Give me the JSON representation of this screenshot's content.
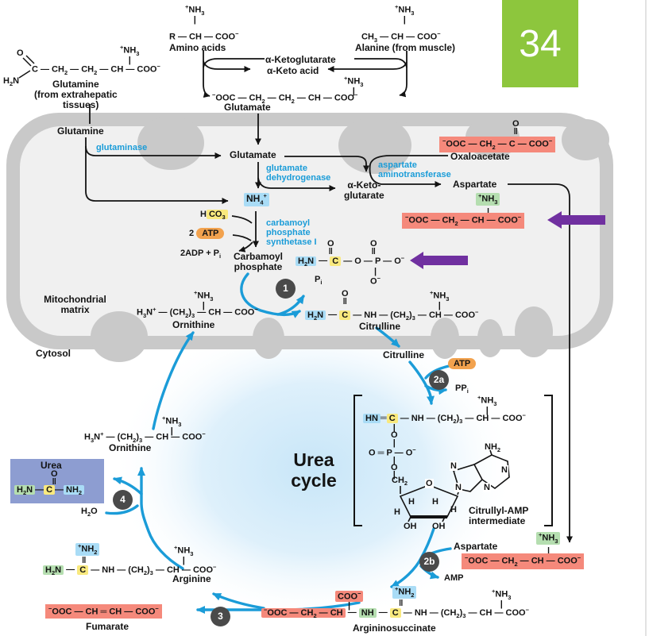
{
  "slide": {
    "number": "34"
  },
  "colors": {
    "highlight_pink": "#f5897b",
    "highlight_yellow": "#f9e97e",
    "highlight_green": "#b5deb0",
    "highlight_blue": "#a9dcf6",
    "atp_orange": "#f2a24e",
    "enzyme_blue": "#1a9cd8",
    "cycle_arrow_blue": "#1b9cd8",
    "purple_arrow": "#7030a0",
    "membrane_gray": "#c9c9c9",
    "matrix_gray": "#f0f0f0",
    "urea_box_blue": "#8d9dd1",
    "step_circle_gray": "#4a4a4a",
    "slide_tab_green": "#8dc63d"
  },
  "bonds": {
    "single": "—",
    "double": "═",
    "vert": "|",
    "dvert": "‖"
  },
  "top": {
    "amino_acids": {
      "amine": "<sup>+</sup>NH<sub>3</sub><br>|",
      "formula": "R — CH — COO<sup>−</sup>",
      "label": "Amino acids"
    },
    "alanine": {
      "amine": "<sup>+</sup>NH<sub>3</sub><br>|",
      "formula": "CH<sub>3</sub> — CH — COO<sup>−</sup>",
      "label": "Alanine (from muscle)"
    },
    "alpha_ketoglutarate": "α-Ketoglutarate",
    "alpha_keto_acid": "α-Keto acid",
    "glutamate": {
      "amine": "<sup>+</sup>NH<sub>3</sub><br>|",
      "formula": "<sup>−</sup>OOC — CH<sub>2</sub> — CH<sub>2</sub> — CH — COO<sup>−</sup>",
      "label": "Glutamate"
    },
    "glutamine": {
      "o": "O",
      "h2n": "H<sub>2</sub>N",
      "formula": "C — CH<sub>2</sub> — CH<sub>2</sub> — CH — COO<sup>−</sup>",
      "amine": "<sup>+</sup>NH<sub>3</sub><br>|",
      "label_1": "Glutamine",
      "label_2": "(from extrahepatic",
      "label_3": "tissues)"
    }
  },
  "membrane": {
    "glutamine_label": "Glutamine",
    "glutaminase": "glutaminase",
    "glutamate_label": "Glutamate",
    "glutamate_dehydrogenase": "glutamate<br>dehydrogenase",
    "aspartate_aminotransferase": "aspartate<br>aminotransferase",
    "alpha_ketoglutarate": "α-Keto-<br>glutarate",
    "aspartate_label": "Aspartate",
    "oxaloacetate": {
      "label": "Oxaloacetate",
      "carbonyl": "O<br>‖",
      "formula": "<sup>−</sup>OOC — CH<sub>2</sub> — C — COO<sup>−</sup>"
    },
    "aspartate": {
      "amine": "<sup>+</sup>NH<sub>3</sub>",
      "formula": "<sup>−</sup>OOC — CH<sub>2</sub> — CH — COO<sup>−</sup>"
    },
    "ammonium": "NH<sub>4</sub><sup>+</sup>",
    "bicarbonate": {
      "h": "H",
      "co3": "CO<sub>3</sub>"
    },
    "atp_in": {
      "count": "2",
      "atp": "ATP"
    },
    "adp_out": "2ADP + P<sub>i</sub>",
    "cps1": "carbamoyl<br>phosphate<br>synthetase I",
    "carbamoyl_phosphate": {
      "label": "Carbamoyl<br>phosphate",
      "h2n": "H<sub>2</sub>N",
      "c": "C",
      "chain": "— O — P — O<sup>−</sup>",
      "o_above_c": "O<br>‖",
      "o_above_p": "O<br>‖",
      "o_below_p": "|<br>O<sup>−</sup>"
    },
    "pi": "P<sub>i</sub>",
    "matrix_label": "Mitochondrial<br>matrix",
    "cytosol_label": "Cytosol",
    "ornithine": {
      "amine": "<sup>+</sup>NH<sub>3</sub><br>|",
      "formula": "H<sub>3</sub>N<sup>+</sup> — (CH<sub>2</sub>)<sub>3</sub> — CH — COO<sup>−</sup>",
      "label": "Ornithine"
    },
    "citrulline": {
      "carbonyl": "O<br>‖",
      "h2n": "H<sub>2</sub>N",
      "c": "C",
      "chain": "— NH — (CH<sub>2</sub>)<sub>3</sub> — CH — COO<sup>−</sup>",
      "amine": "<sup>+</sup>NH<sub>3</sub><br>|",
      "label": "Citrulline"
    }
  },
  "cycle": {
    "title": "Urea<br>cycle",
    "steps": {
      "s1": "1",
      "s2a": "2a",
      "s2b": "2b",
      "s3": "3",
      "s4": "4"
    },
    "citrulline_label": "Citrulline",
    "atp": "ATP",
    "ppi": "PP<sub>i</sub>",
    "amp": "AMP",
    "h2o": "H<sub>2</sub>O",
    "aspartate_label": "Aspartate",
    "aspartate": {
      "amine": "<sup>+</sup>NH<sub>3</sub>",
      "formula": "<sup>−</sup>OOC — CH<sub>2</sub> — CH — COO<sup>−</sup>"
    },
    "ornithine": {
      "amine": "<sup>+</sup>NH<sub>3</sub><br>|",
      "formula": "H<sub>3</sub>N<sup>+</sup> — (CH<sub>2</sub>)<sub>3</sub> — CH — COO<sup>−</sup>",
      "label": "Ornithine"
    },
    "urea": {
      "label": "Urea",
      "carbonyl": "O<br>‖",
      "h2n": "H<sub>2</sub>N",
      "c": "C",
      "nh2": "NH<sub>2</sub>"
    },
    "arginine": {
      "nh2": "<sup>+</sup>NH<sub>2</sub>",
      "h2n": "H<sub>2</sub>N",
      "c": "C",
      "chain": "— NH — (CH<sub>2</sub>)<sub>3</sub> — CH — COO<sup>−</sup>",
      "amine": "<sup>+</sup>NH<sub>3</sub><br>|",
      "label": "Arginine"
    },
    "fumarate": {
      "formula": "<sup>−</sup>OOC — CH ═ CH — COO<sup>−</sup>",
      "label": "Fumarate"
    },
    "argininosuccinate": {
      "coo": "COO<sup>−</sup>",
      "pink": "<sup>−</sup>OOC — CH<sub>2</sub> — CH",
      "nh": "NH",
      "c": "C",
      "chain": "— NH — (CH<sub>2</sub>)<sub>3</sub> — CH — COO<sup>−</sup>",
      "nh2": "<sup>+</sup>NH<sub>2</sub>",
      "amine": "<sup>+</sup>NH<sub>3</sub><br>|",
      "label": "Argininosuccinate"
    }
  },
  "citrullyl_amp": {
    "hn": "HN",
    "c": "C",
    "chain": "— NH — (CH<sub>2</sub>)<sub>3</sub> — CH — COO<sup>−</sup>",
    "amine": "<sup>+</sup>NH<sub>3</sub><br>|",
    "link_upper": "|<br>O<br>|",
    "phosphate": "O ═ P — O<sup>−</sup>",
    "link_lower": "|<br>O<br>|",
    "ch2": "CH<sub>2</sub>",
    "ribose": {
      "o": "O",
      "h1": "H",
      "h2": "H",
      "h3": "H",
      "h4": "H",
      "oh1": "OH",
      "oh2": "OH"
    },
    "adenine": {
      "nh2": "NH<sub>2</sub>",
      "n_top": "N",
      "n_right": "N",
      "n9": "N",
      "n_bottom": "N"
    },
    "label": "Citrullyl-AMP<br>intermediate"
  }
}
